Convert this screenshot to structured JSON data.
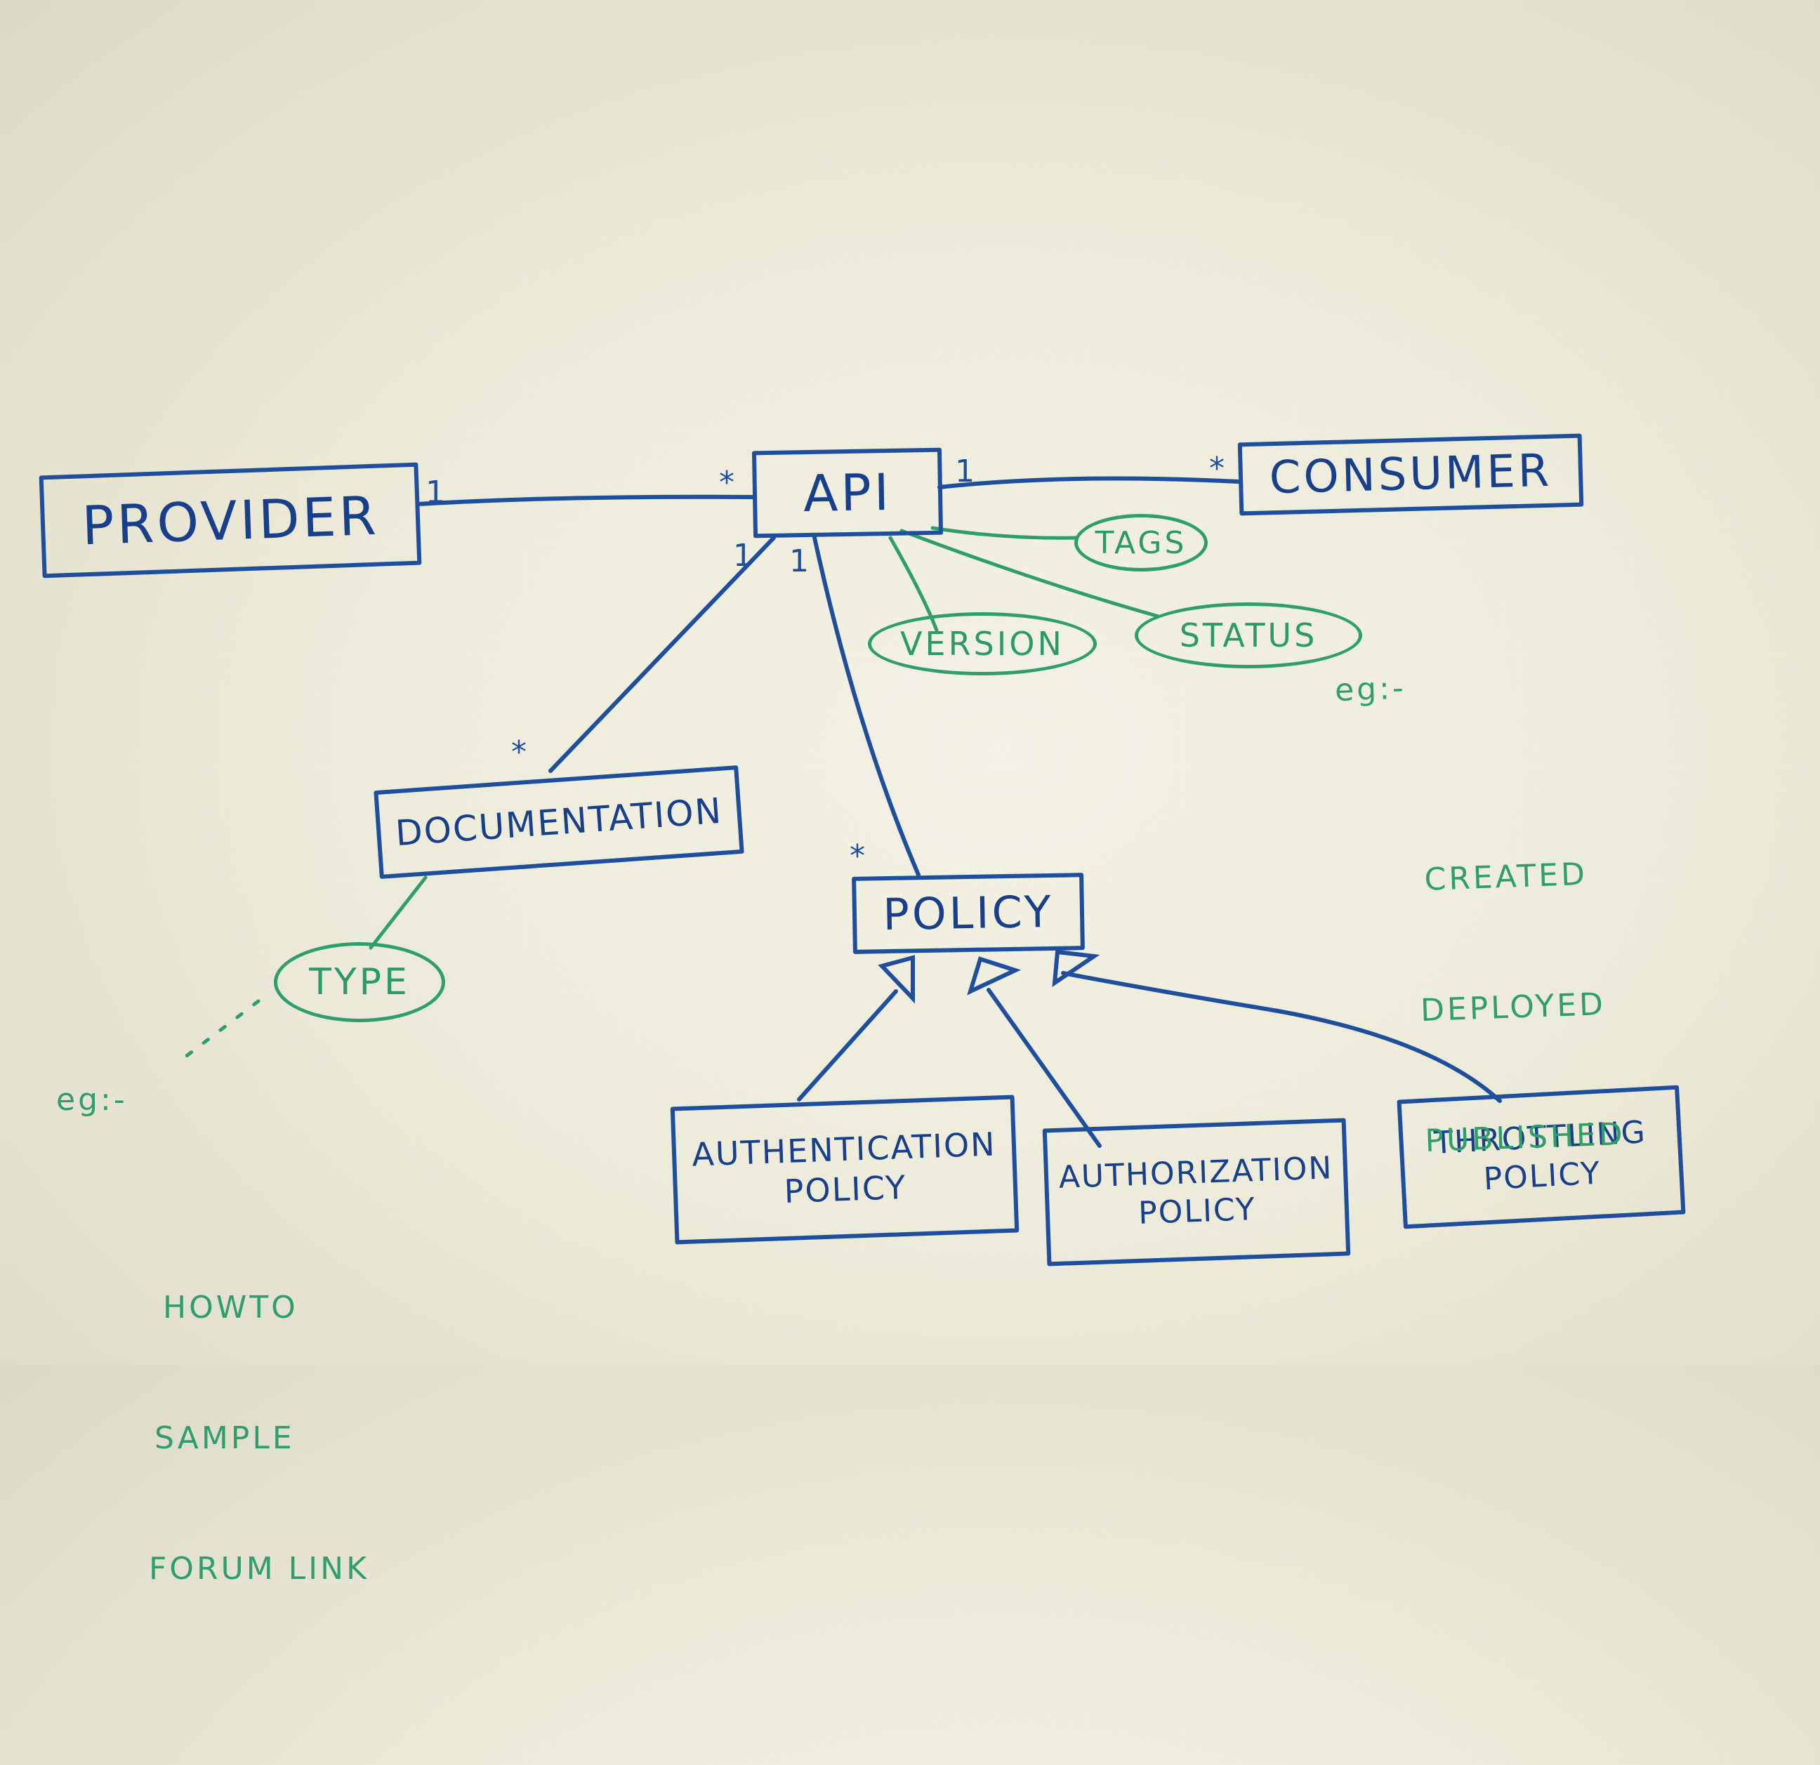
{
  "classes": {
    "provider": "PROVIDER",
    "api": "API",
    "consumer": "CONSUMER",
    "documentation": "DOCUMENTATION",
    "policy": "POLICY",
    "authentication_policy": [
      "AUTHENTICATION",
      "POLICY"
    ],
    "authorization_policy": [
      "AUTHORIZATION",
      "POLICY"
    ],
    "throttling_policy": [
      "THROTTLING",
      "POLICY"
    ]
  },
  "attributes": {
    "tags": "TAGS",
    "version": "VERSION",
    "status": "STATUS",
    "type": "TYPE"
  },
  "multiplicities": {
    "provider_api_provider_end": "1",
    "provider_api_api_end": "*",
    "api_consumer_api_end": "1",
    "api_consumer_consumer_end": "*",
    "api_documentation_api_end": "1",
    "api_documentation_doc_end": "*",
    "api_policy_api_end": "1",
    "api_policy_policy_end": "*"
  },
  "notes": {
    "status_examples": {
      "prefix": "eg:-",
      "items": [
        "CREATED",
        "DEPLOYED",
        "PUBLISHED"
      ]
    },
    "type_examples": {
      "prefix": "eg:-",
      "items": [
        "HOWTO",
        "SAMPLE",
        "FORUM LINK"
      ]
    }
  },
  "colors": {
    "board": "#ebe9d6",
    "marker_blue": "#1f4f9c",
    "marker_green": "#2e9e6a"
  }
}
